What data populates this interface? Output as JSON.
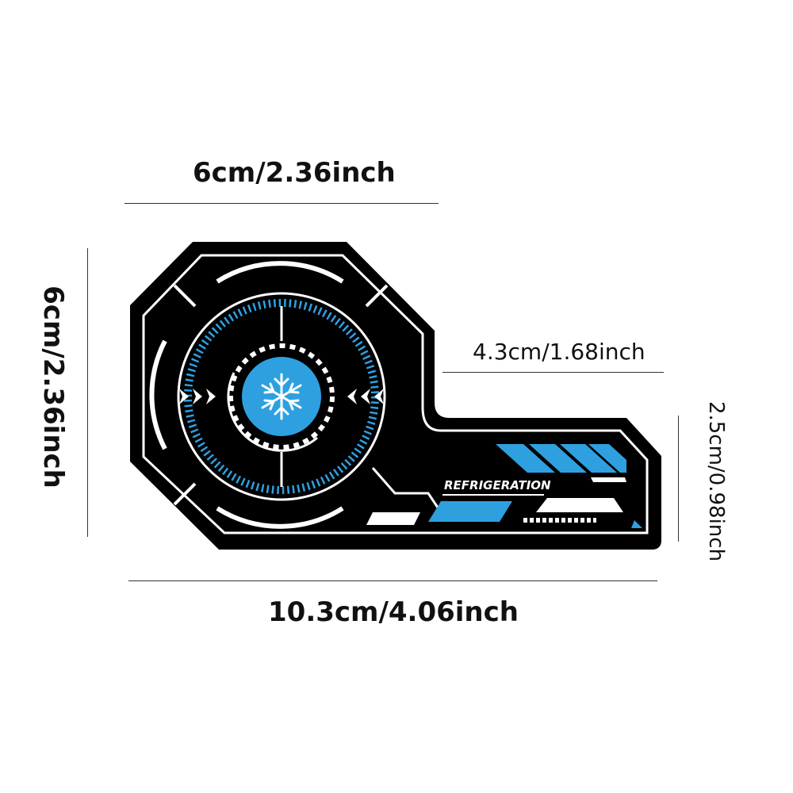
{
  "dimensions": {
    "top_width": "6cm/2.36inch",
    "left_height": "6cm/2.36inch",
    "tab_width": "4.3cm/1.68inch",
    "tab_height": "2.5cm/0.98inch",
    "total_width": "10.3cm/4.06inch"
  },
  "sticker": {
    "label": "REFRIGERATION",
    "center_icon": "snowflake-icon"
  },
  "colors": {
    "sticker_body": "#000000",
    "accent_blue": "#2ea0e0",
    "line_white": "#ffffff",
    "dimension_text": "#111111"
  }
}
